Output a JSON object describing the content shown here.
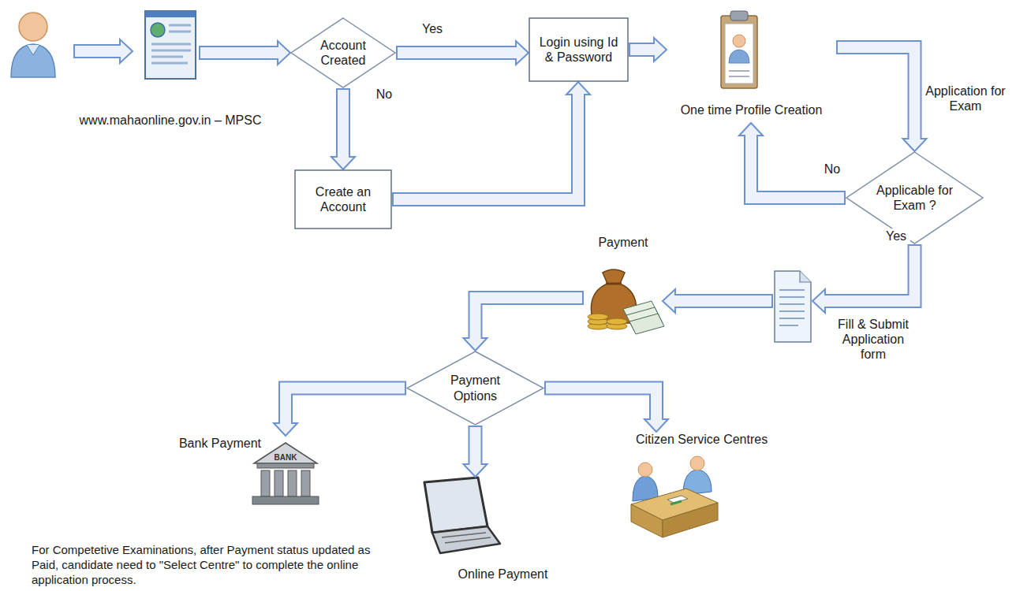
{
  "diagram": {
    "nodes": [
      {
        "text": [
          "www.mahaonline.gov.in – MPSC"
        ]
      },
      {
        "text": [
          "Account Created"
        ]
      },
      {
        "text": [
          "Login using Id & Password"
        ]
      },
      {
        "text": [
          "One time Profile Creation"
        ]
      },
      {
        "text": [
          "Create an Account"
        ]
      },
      {
        "text": [
          "Applicable for Exam ?"
        ]
      },
      {
        "text": [
          "Payment"
        ]
      },
      {
        "text": [
          "Fill & Submit Application form"
        ]
      },
      {
        "text": [
          "Payment Options"
        ]
      },
      {
        "text": [
          "Bank Payment"
        ]
      },
      {
        "text": [
          "Online Payment"
        ]
      },
      {
        "text": [
          "Citizen Service Centres"
        ]
      }
    ],
    "edges": [
      {
        "from": 0,
        "to": 1,
        "arrow": "to"
      },
      {
        "from": 1,
        "to": 2,
        "label": "Yes",
        "arrow": "to"
      },
      {
        "from": 1,
        "to": 4,
        "label": "No",
        "arrow": "to"
      },
      {
        "from": 4,
        "to": 2,
        "arrow": "to"
      },
      {
        "from": 2,
        "to": 3,
        "arrow": "to"
      },
      {
        "from": 3,
        "to": 5,
        "label": "Application for Exam",
        "arrow": "to"
      },
      {
        "from": 5,
        "to": 3,
        "label": "No",
        "arrow": "to"
      },
      {
        "from": 5,
        "to": 7,
        "label": "Yes",
        "arrow": "to"
      },
      {
        "from": 7,
        "to": 6,
        "arrow": "to"
      },
      {
        "from": 6,
        "to": 8,
        "arrow": "to"
      },
      {
        "from": 8,
        "to": 9,
        "arrow": "to"
      },
      {
        "from": 8,
        "to": 10,
        "arrow": "to"
      },
      {
        "from": 8,
        "to": 11,
        "arrow": "to"
      }
    ],
    "labels": [
      "BANK",
      "For Competetive Examinations, after Payment status updated as Paid, candidate need to \"Select Centre\" to complete the online application process."
    ]
  }
}
